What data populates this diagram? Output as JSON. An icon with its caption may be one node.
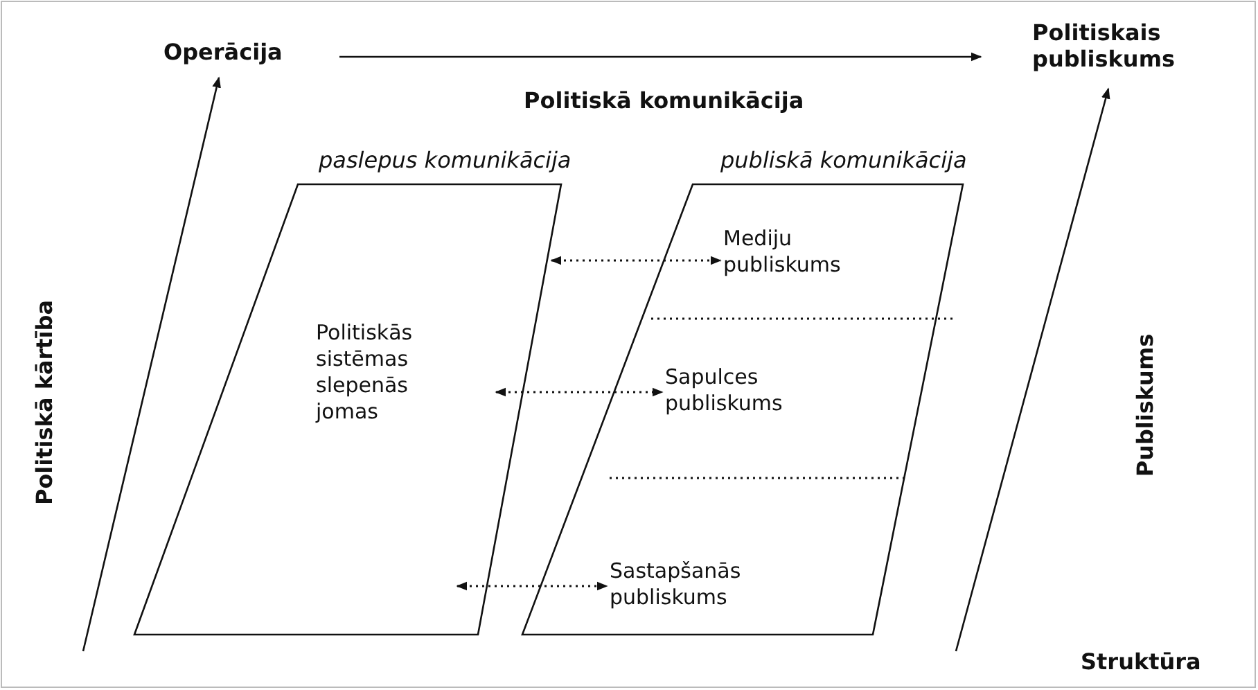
{
  "diagram": {
    "nodes": [
      {
        "text": [
          "Operācija"
        ]
      },
      {
        "text": [
          "Politiskais publiskums"
        ]
      },
      {
        "text": [
          "paslepus komunikācija",
          "Politiskās sistēmas slepenās jomas"
        ]
      },
      {
        "text": [
          "publiskā komunikācija"
        ]
      },
      {
        "text": [
          "Mediju publiskums"
        ],
        "in": 3
      },
      {
        "text": [
          "Sapulces publiskums"
        ],
        "in": 3
      },
      {
        "text": [
          "Sastapšanās publiskums"
        ],
        "in": 3
      }
    ],
    "edges": [
      {
        "from": 0,
        "to": 1,
        "arrow": "to"
      },
      {
        "from": null,
        "to": 0,
        "arrow": "to"
      },
      {
        "from": null,
        "to": 1,
        "arrow": "to"
      },
      {
        "from": 2,
        "to": 4,
        "arrow": "both",
        "style": "dashed"
      },
      {
        "from": 2,
        "to": 5,
        "arrow": "both",
        "style": "dashed"
      },
      {
        "from": 2,
        "to": 6,
        "arrow": "both",
        "style": "dashed"
      }
    ],
    "labels": [
      "Politiskā komunikācija",
      "Politiskā kārtība",
      "Publiskums",
      "Struktūra"
    ]
  }
}
